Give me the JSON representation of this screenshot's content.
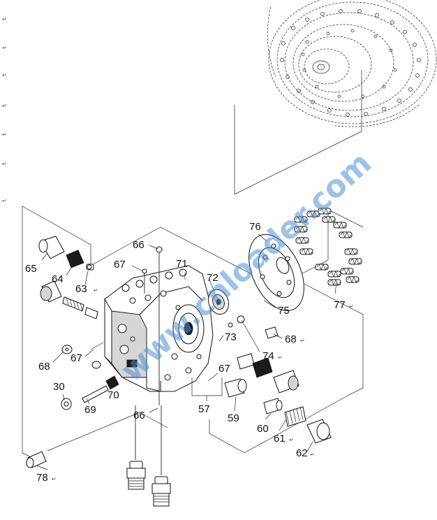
{
  "callouts": {
    "c65": "65",
    "c64": "64",
    "c63": "63",
    "c66a": "66",
    "c67a": "67",
    "c71": "71",
    "c72": "72",
    "c76": "76",
    "c77": "77",
    "c75": "75",
    "c73": "73",
    "c68a": "68",
    "c74": "74",
    "c68b": "68",
    "c67b": "67",
    "c67c": "67",
    "c30": "30",
    "c69": "69",
    "c70": "70",
    "c66b": "66",
    "c57": "57",
    "c59": "59",
    "c60": "60",
    "c61": "61",
    "c62": "62",
    "c78": "78"
  },
  "paragraph_mark": "↵",
  "watermark": "www.cnloader.com",
  "colors": {
    "watermark": "#4f8fd2",
    "line": "#222222",
    "background": "#ffffff"
  }
}
